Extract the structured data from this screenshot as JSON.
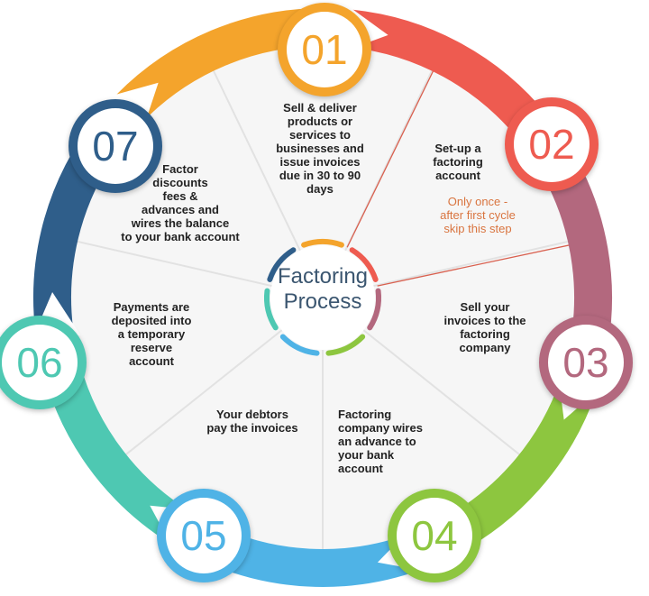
{
  "center_title": "Factoring\nProcess",
  "steps": [
    {
      "number": "01",
      "text": "Sell & deliver\nproducts or\nservices to\nbusinesses and\nissue invoices\ndue in 30 to 90\ndays",
      "color": "#f4a42c"
    },
    {
      "number": "02",
      "text": "Set-up a\nfactoring\naccount",
      "note": "Only once  -\nafter first cycle\nskip this step",
      "color": "#ee5b50"
    },
    {
      "number": "03",
      "text": "Sell your\ninvoices to the\nfactoring\ncompany",
      "color": "#b3687e"
    },
    {
      "number": "04",
      "text": "Factoring\ncompany wires\nan advance to\nyour bank\naccount",
      "color": "#8dc63f"
    },
    {
      "number": "05",
      "text": "Your debtors\npay the invoices",
      "color": "#4fb3e6"
    },
    {
      "number": "06",
      "text": "Payments are\ndeposited into\na temporary\nreserve\naccount",
      "color": "#4ec8b2"
    },
    {
      "number": "07",
      "text": "Factor\ndiscounts\nfees &\nadvances and\nwires the balance\nto your bank account",
      "color": "#2f5e8a"
    }
  ]
}
